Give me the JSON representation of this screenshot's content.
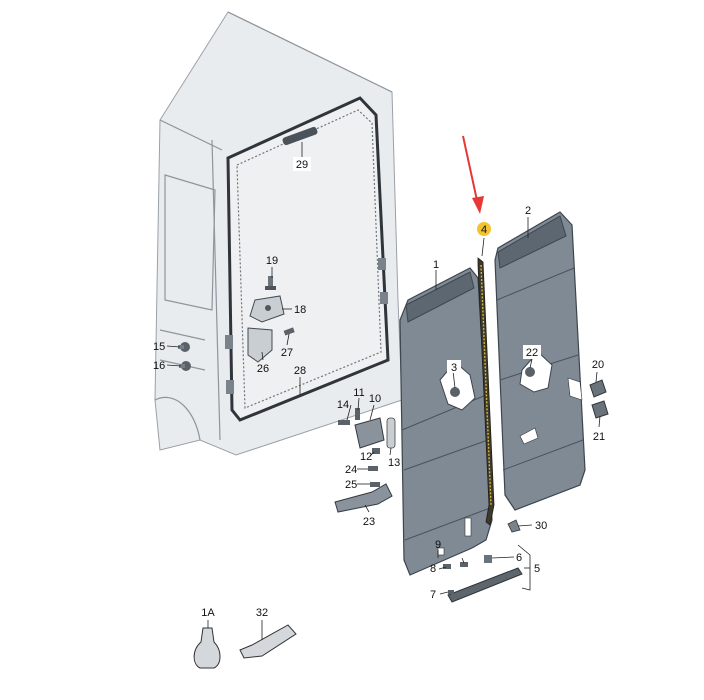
{
  "callouts": {
    "p1": "1",
    "p1a": "1A",
    "p2": "2",
    "p3": "3",
    "p4": "4",
    "p5": "5",
    "p6": "6",
    "p7": "7",
    "p8": "8",
    "p9": "9",
    "p10": "10",
    "p11": "11",
    "p12": "12",
    "p13": "13",
    "p14": "14",
    "p15": "15",
    "p16": "16",
    "p18": "18",
    "p19": "19",
    "p20": "20",
    "p21": "21",
    "p22": "22",
    "p23": "23",
    "p24": "24",
    "p25": "25",
    "p26": "26",
    "p27": "27",
    "p28": "28",
    "p29": "29",
    "p30": "30",
    "p32": "32"
  },
  "colors": {
    "highlight_badge": "#f2c230",
    "arrow": "#e53935",
    "door_panel": "#7f8a95",
    "van_body": "#e9ecef"
  }
}
